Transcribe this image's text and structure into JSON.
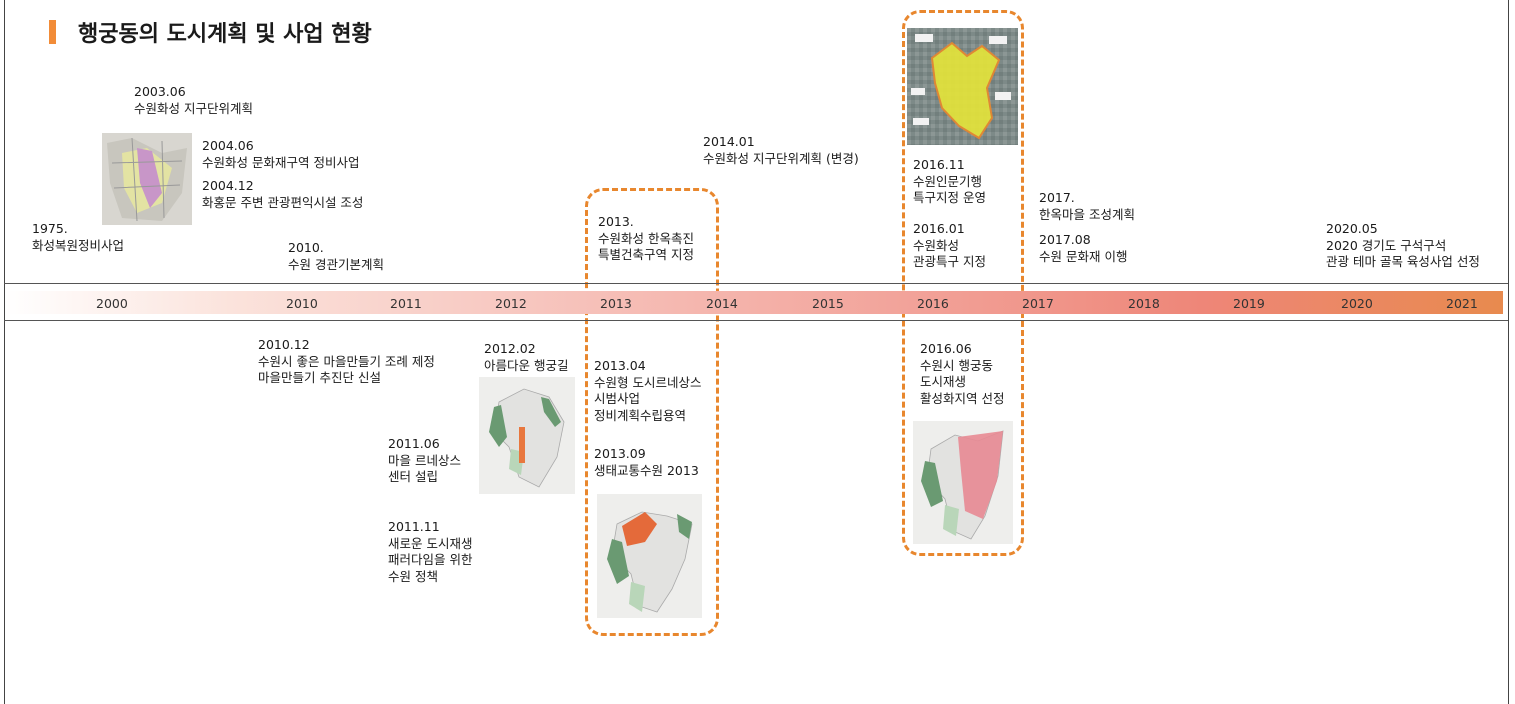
{
  "title": "행궁동의 도시계획 및 사업 현황",
  "colors": {
    "accent": "#f28c38",
    "dashed_frame": "#e8872e",
    "band_start": "#fbe3dc",
    "band_end": "#e88a4e"
  },
  "timeline": {
    "years": [
      "2000",
      "2010",
      "2011",
      "2012",
      "2013",
      "2014",
      "2015",
      "2016",
      "2017",
      "2018",
      "2019",
      "2020",
      "2021"
    ]
  },
  "events_above": [
    {
      "date": "2003.06",
      "text": "수원화성 지구단위계획"
    },
    {
      "date": "2004.06",
      "text": "수원화성 문화재구역 정비사업"
    },
    {
      "date": "2004.12",
      "text": "화홍문 주변 관광편익시설 조성"
    },
    {
      "date": "1975.",
      "text": "화성복원정비사업"
    },
    {
      "date": "2010.",
      "text": "수원 경관기본계획"
    },
    {
      "date": "2013.",
      "text": "수원화성 한옥촉진",
      "text2": "특별건축구역 지정"
    },
    {
      "date": "2014.01",
      "text": "수원화성 지구단위계획 (변경)"
    },
    {
      "date": "2016.11",
      "text": "수원인문기행",
      "text2": "특구지정 운영"
    },
    {
      "date": "2016.01",
      "text": "수원화성",
      "text2": "관광특구 지정"
    },
    {
      "date": "2017.",
      "text": "한옥마을 조성계획"
    },
    {
      "date": "2017.08",
      "text": "수원 문화재 이행"
    },
    {
      "date": "2020.05",
      "text": "2020 경기도 구석구석",
      "text2": "관광 테마 골목 육성사업 선정"
    }
  ],
  "events_below": [
    {
      "date": "2010.12",
      "text": "수원시 좋은 마을만들기 조례 제정",
      "text2": "마을만들기 추진단 신설"
    },
    {
      "date": "2012.02",
      "text": "아름다운 행궁길"
    },
    {
      "date": "2013.04",
      "text": "수원형 도시르네상스",
      "text2": "시범사업",
      "text3": "정비계획수립용역"
    },
    {
      "date": "2013.09",
      "text": "생태교통수원 2013"
    },
    {
      "date": "2011.06",
      "text": "마을 르네상스",
      "text2": "센터 설립"
    },
    {
      "date": "2011.11",
      "text": "새로운 도시재생",
      "text2": "패러다임을 위한",
      "text3": "수원 정책"
    },
    {
      "date": "2016.06",
      "text": "수원시 행궁동",
      "text2": "도시재생",
      "text3": "활성화지역 선정"
    }
  ]
}
